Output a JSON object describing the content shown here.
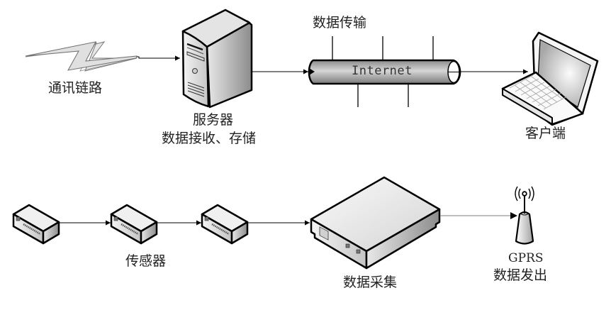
{
  "diagram": {
    "title": "",
    "nodes": {
      "comm_link": {
        "label": "通讯链路",
        "icon": "lightning-link-icon"
      },
      "server": {
        "label_line1": "服务器",
        "label_line2": "数据接收、存储",
        "icon": "server-tower-icon"
      },
      "internet": {
        "label": "Internet",
        "caption": "数据传输",
        "icon": "pipe-icon"
      },
      "client": {
        "label": "客户端",
        "icon": "laptop-icon"
      },
      "sensors": {
        "label": "传感器",
        "count": 3,
        "icon": "sensor-box-icon"
      },
      "collector": {
        "label": "数据采集",
        "icon": "data-collector-box-icon"
      },
      "gprs": {
        "label_line1": "GPRS",
        "label_line2": "数据发出",
        "icon": "antenna-icon"
      }
    },
    "edges": [
      {
        "from": "comm_link",
        "to": "server"
      },
      {
        "from": "server",
        "to": "internet"
      },
      {
        "from": "internet",
        "to": "client"
      },
      {
        "from": "sensor_1",
        "to": "sensor_2"
      },
      {
        "from": "sensor_2",
        "to": "sensor_3"
      },
      {
        "from": "sensor_3",
        "to": "collector"
      },
      {
        "from": "collector",
        "to": "gprs"
      }
    ],
    "colors": {
      "stroke": "#000000",
      "fill_light": "#f0f0f0",
      "fill_mid": "#c8c8c8",
      "fill_dark": "#9a9a9a",
      "text": "#222222",
      "gray_line": "#9a9a9a"
    }
  }
}
